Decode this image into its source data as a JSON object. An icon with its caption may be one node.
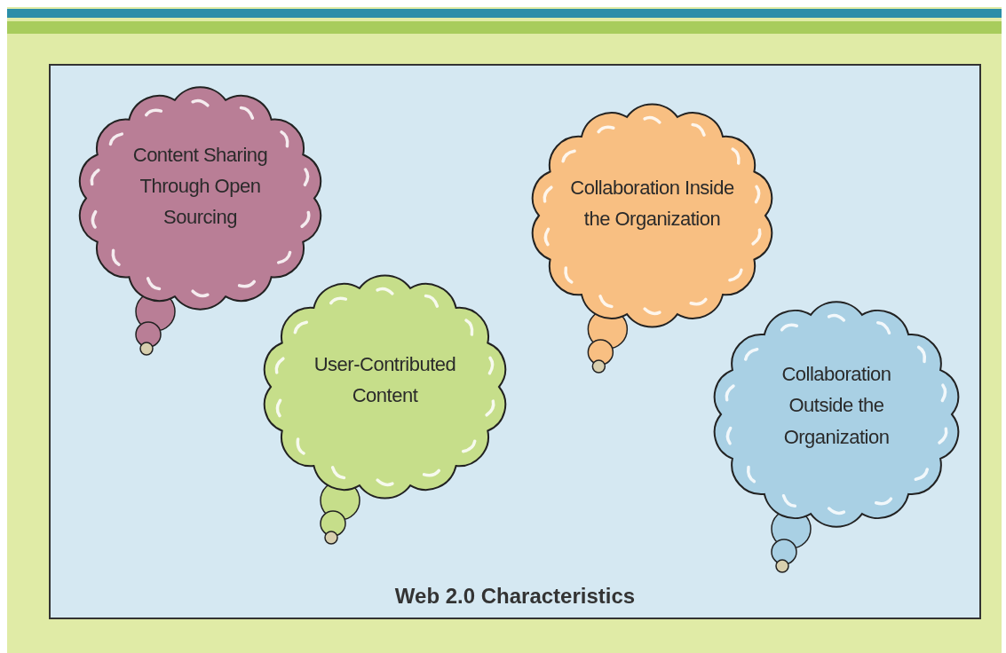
{
  "diagram": {
    "nodes": [
      {
        "text": [
          "Web 2.0 Characteristics"
        ]
      },
      {
        "text": [
          "Content Sharing Through Open Sourcing"
        ],
        "in": 0
      },
      {
        "text": [
          "User-Contributed Content"
        ],
        "in": 0
      },
      {
        "text": [
          "Collaboration Inside the Organization"
        ],
        "in": 0
      },
      {
        "text": [
          "Collaboration Outside the Organization"
        ],
        "in": 0
      }
    ]
  }
}
